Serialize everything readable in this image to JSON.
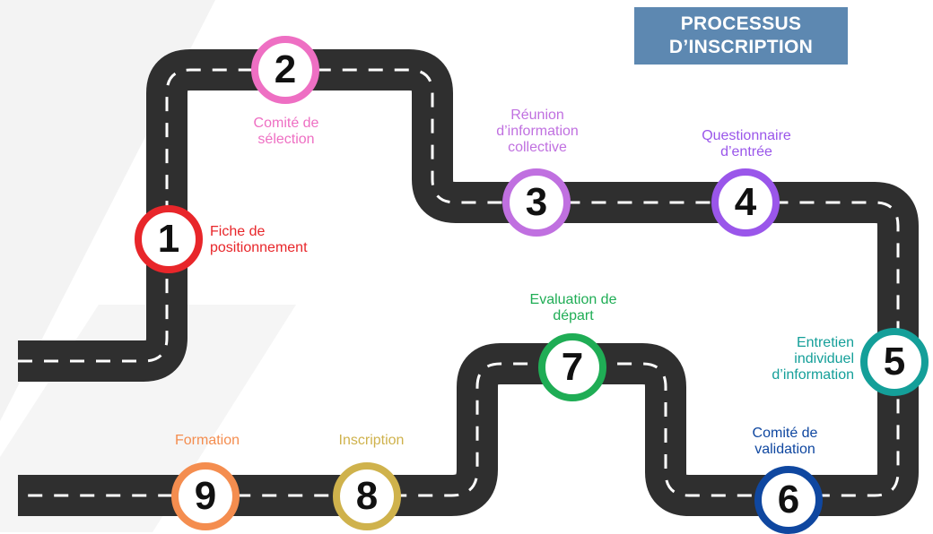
{
  "title": {
    "line1": "PROCESSUS",
    "line2": "D’INSCRIPTION"
  },
  "colors": {
    "background": "#ffffff",
    "road": "#2f2f2f",
    "road_dash": "#ffffff",
    "title_bg": "#5d88b1",
    "bg_shape": "#f2f2f2"
  },
  "steps": [
    {
      "number": "1",
      "label_lines": [
        "Fiche de",
        "positionnement"
      ],
      "color": "#e8262a"
    },
    {
      "number": "2",
      "label_lines": [
        "Comité de",
        "sélection"
      ],
      "color": "#ee6fc3"
    },
    {
      "number": "3",
      "label_lines": [
        "Réunion",
        "d’information",
        "collective"
      ],
      "color": "#c070e0"
    },
    {
      "number": "4",
      "label_lines": [
        "Questionnaire",
        "d’entrée"
      ],
      "color": "#9a56ea"
    },
    {
      "number": "5",
      "label_lines": [
        "Entretien",
        "individuel",
        "d’information"
      ],
      "color": "#149f99"
    },
    {
      "number": "6",
      "label_lines": [
        "Comité de",
        "validation"
      ],
      "color": "#0f47a0"
    },
    {
      "number": "7",
      "label_lines": [
        "Evaluation de",
        "départ"
      ],
      "color": "#1fad55"
    },
    {
      "number": "8",
      "label_lines": [
        "Inscription"
      ],
      "color": "#cfb24c"
    },
    {
      "number": "9",
      "label_lines": [
        "Formation"
      ],
      "color": "#f48d4f"
    }
  ]
}
